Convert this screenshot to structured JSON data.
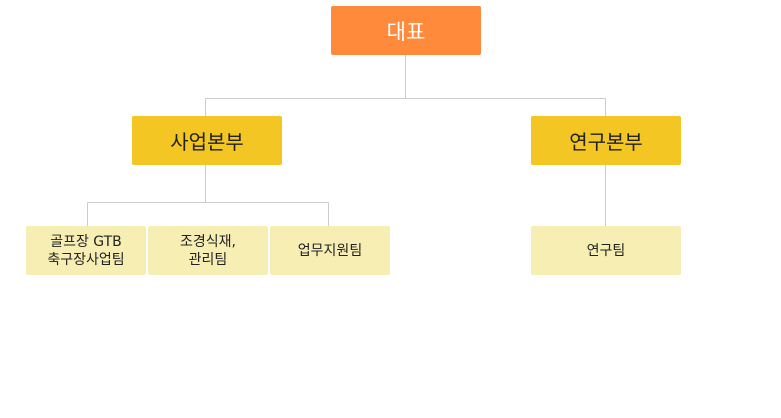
{
  "org_chart": {
    "root": {
      "label": "대표"
    },
    "divisions": [
      {
        "label": "사업본부",
        "teams": [
          {
            "label": "골프장 GTB\n축구장사업팀"
          },
          {
            "label": "조경식재,\n관리팀"
          },
          {
            "label": "업무지원팀"
          }
        ]
      },
      {
        "label": "연구본부",
        "teams": [
          {
            "label": "연구팀"
          }
        ]
      }
    ]
  },
  "colors": {
    "root": "#ff8a3c",
    "division": "#f3c623",
    "team": "#f7eeb4",
    "connector": "#cccccc"
  }
}
